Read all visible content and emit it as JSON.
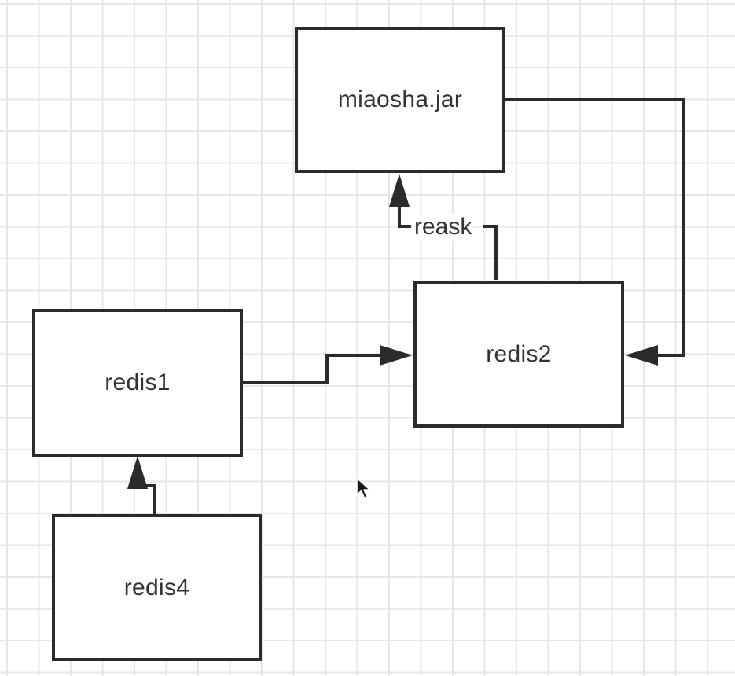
{
  "nodes": {
    "miaosha": {
      "label": "miaosha.jar"
    },
    "redis1": {
      "label": "redis1"
    },
    "redis2": {
      "label": "redis2"
    },
    "redis4": {
      "label": "redis4"
    }
  },
  "edges": [
    {
      "from": "redis2",
      "to": "miaosha",
      "label": "reask"
    },
    {
      "from": "miaosha",
      "to": "redis2",
      "label": ""
    },
    {
      "from": "redis1",
      "to": "redis2",
      "label": ""
    },
    {
      "from": "redis4",
      "to": "redis1",
      "label": ""
    }
  ],
  "colors": {
    "stroke": "#2b2b2b",
    "grid": "#e6e6e6",
    "text": "#333333"
  }
}
